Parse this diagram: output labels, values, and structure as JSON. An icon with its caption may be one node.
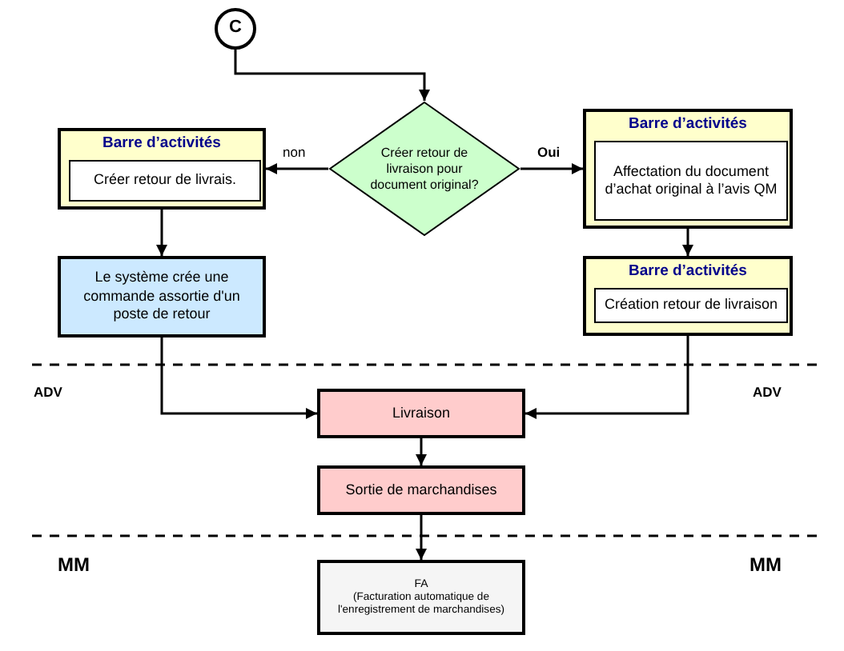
{
  "diagram": {
    "nodes": [
      {
        "text": [
          "C"
        ]
      },
      {
        "text": [
          "Créer retour de livraison pour document original?"
        ]
      },
      {
        "text": [
          "Barre d’activités"
        ]
      },
      {
        "text": [
          "Créer retour de livrais."
        ],
        "in": 2
      },
      {
        "text": [
          "Le système crée une commande assortie d'un poste de retour"
        ]
      },
      {
        "text": [
          "Barre d’activités"
        ]
      },
      {
        "text": [
          "Affectation du document d’achat original à l’avis QM"
        ],
        "in": 5
      },
      {
        "text": [
          "Barre d’activités"
        ]
      },
      {
        "text": [
          "Création retour de livraison"
        ],
        "in": 7
      },
      {
        "text": [
          "Livraison"
        ]
      },
      {
        "text": [
          "Sortie de marchandises"
        ]
      },
      {
        "text": [
          "FA",
          "(Facturation automatique de l'enregistrement de marchandises)"
        ]
      }
    ],
    "edges": [
      {
        "from": 0,
        "to": 1,
        "arrow": "to"
      },
      {
        "from": 1,
        "to": 2,
        "arrow": "to",
        "label": "non"
      },
      {
        "from": 1,
        "to": 5,
        "arrow": "to",
        "label": "Oui"
      },
      {
        "from": 2,
        "to": 4,
        "arrow": "to"
      },
      {
        "from": 5,
        "to": 7,
        "arrow": "to"
      },
      {
        "from": 4,
        "to": 9,
        "arrow": "to"
      },
      {
        "from": 7,
        "to": 9,
        "arrow": "to"
      },
      {
        "from": 9,
        "to": 10,
        "arrow": "to"
      },
      {
        "from": 10,
        "to": 11,
        "arrow": "to"
      }
    ],
    "labels": [
      "ADV",
      "ADV",
      "MM",
      "MM"
    ]
  }
}
